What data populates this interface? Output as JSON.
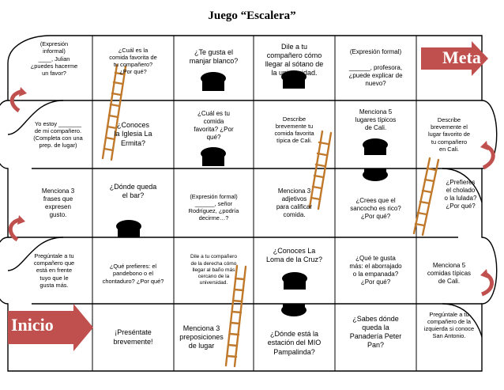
{
  "title": "Juego “Escalera”",
  "labels": {
    "finish": "Meta",
    "start": "Inicio"
  },
  "colors": {
    "marker": "#c0504d",
    "ladder": "#c0782a",
    "hole": "#000000"
  },
  "rows": [
    {
      "row": 1,
      "cells": [
        {
          "lines": [
            "(Expresión",
            "informal)",
            "____, Julian",
            "¿puedes hacerme",
            "un favor?"
          ]
        },
        {
          "lines": [
            "¿Cuál es la",
            "comida favorita de",
            "tu compañero?",
            "¿Por qué?"
          ]
        },
        {
          "lines": [
            "¿Te gusta el",
            "manjar blanco?"
          ]
        },
        {
          "lines": [
            "Dile a tu",
            "compañero cómo",
            "llegar al sótano de",
            "la universidad."
          ]
        },
        {
          "lines": [
            "(Expresión formal)",
            "",
            "______, profesora,",
            "¿puede explicar de",
            "nuevo?"
          ]
        },
        {
          "lines": []
        }
      ]
    },
    {
      "row": 2,
      "cells": [
        {
          "lines": [
            "Yo estoy _______",
            "de mi compañero.",
            "(Completa con una",
            "prep. de lugar)"
          ]
        },
        {
          "lines": [
            "¿Conoces",
            "la Iglesia La",
            "Ermita?"
          ]
        },
        {
          "lines": [
            "¿Cuál es tu",
            "comida",
            "favorita? ¿Por",
            "qué?"
          ]
        },
        {
          "lines": [
            "Describe",
            "brevemente tu",
            "comida favorita",
            "típica de Cali."
          ]
        },
        {
          "lines": [
            "Menciona 5",
            "lugares típicos",
            "de Cali."
          ]
        },
        {
          "lines": [
            "Describe",
            "brevemente el",
            "lugar favorito de",
            "tu compañero",
            "en Cali."
          ]
        }
      ]
    },
    {
      "row": 3,
      "cells": [
        {
          "lines": [
            "Menciona 3",
            "frases que",
            "expresen",
            "gusto."
          ]
        },
        {
          "lines": [
            "¿Dónde queda",
            "el bar?"
          ]
        },
        {
          "lines": [
            "(Expresión formal)",
            "______, señor",
            "Rodríguez, ¿podría",
            "decirme…?"
          ]
        },
        {
          "lines": [
            "Menciona 3",
            "adjetivos",
            "para calificar",
            "comida."
          ]
        },
        {
          "lines": [
            "¿Crees que el",
            "sancocho es rico?",
            "¿Por qué?"
          ]
        },
        {
          "lines": [
            "¿Prefieres",
            "el cholado",
            "o la lulada?",
            "¿Por qué?"
          ]
        }
      ]
    },
    {
      "row": 4,
      "cells": [
        {
          "lines": [
            "Pregúntale a tu",
            "compañero que",
            "está en frente",
            "tuyo que le",
            "gusta más."
          ]
        },
        {
          "lines": [
            "¿Qué prefieres: el",
            "pandebono o el",
            "chontaduro? ¿Por qué?"
          ]
        },
        {
          "lines": [
            "Dile a tu compañero",
            "de la derecha cómo",
            "llegar al baño más",
            "cercano de la",
            "universidad."
          ]
        },
        {
          "lines": [
            "¿Conoces La",
            "Loma de la Cruz?"
          ]
        },
        {
          "lines": [
            "¿Qué te gusta",
            "más: el aborrajado",
            "o la empanada?",
            "¿Por qué?"
          ]
        },
        {
          "lines": [
            "Menciona 5",
            "comidas típicas",
            "de Cali."
          ]
        }
      ]
    },
    {
      "row": 5,
      "cells": [
        {
          "lines": []
        },
        {
          "lines": [
            "¡Preséntate",
            "brevemente!"
          ]
        },
        {
          "lines": [
            "Menciona 3",
            "preposiciones",
            "de lugar"
          ]
        },
        {
          "lines": [
            "¿Dónde está la",
            "estación del MIO",
            "Pampalinda?"
          ]
        },
        {
          "lines": [
            "¿Sabes dónde",
            "queda la",
            "Panadería Peter",
            "Pan?"
          ]
        },
        {
          "lines": [
            "Pregúntale a tu",
            "compañero de la",
            "izquierda si conoce",
            "San Antonio."
          ]
        }
      ]
    }
  ]
}
